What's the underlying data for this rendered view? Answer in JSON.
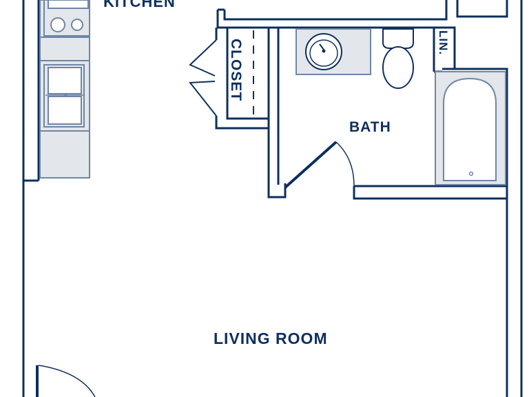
{
  "rooms": {
    "kitchen": "KITCHEN",
    "closet": "CLOSET",
    "bath": "BATH",
    "linen": "LIN.",
    "living_room": "LIVING ROOM"
  },
  "colors": {
    "wall": "#0d2f5e",
    "fixture_fill": "#e3e6ea",
    "fixture_line": "#6e86a6",
    "background": "#ffffff"
  }
}
